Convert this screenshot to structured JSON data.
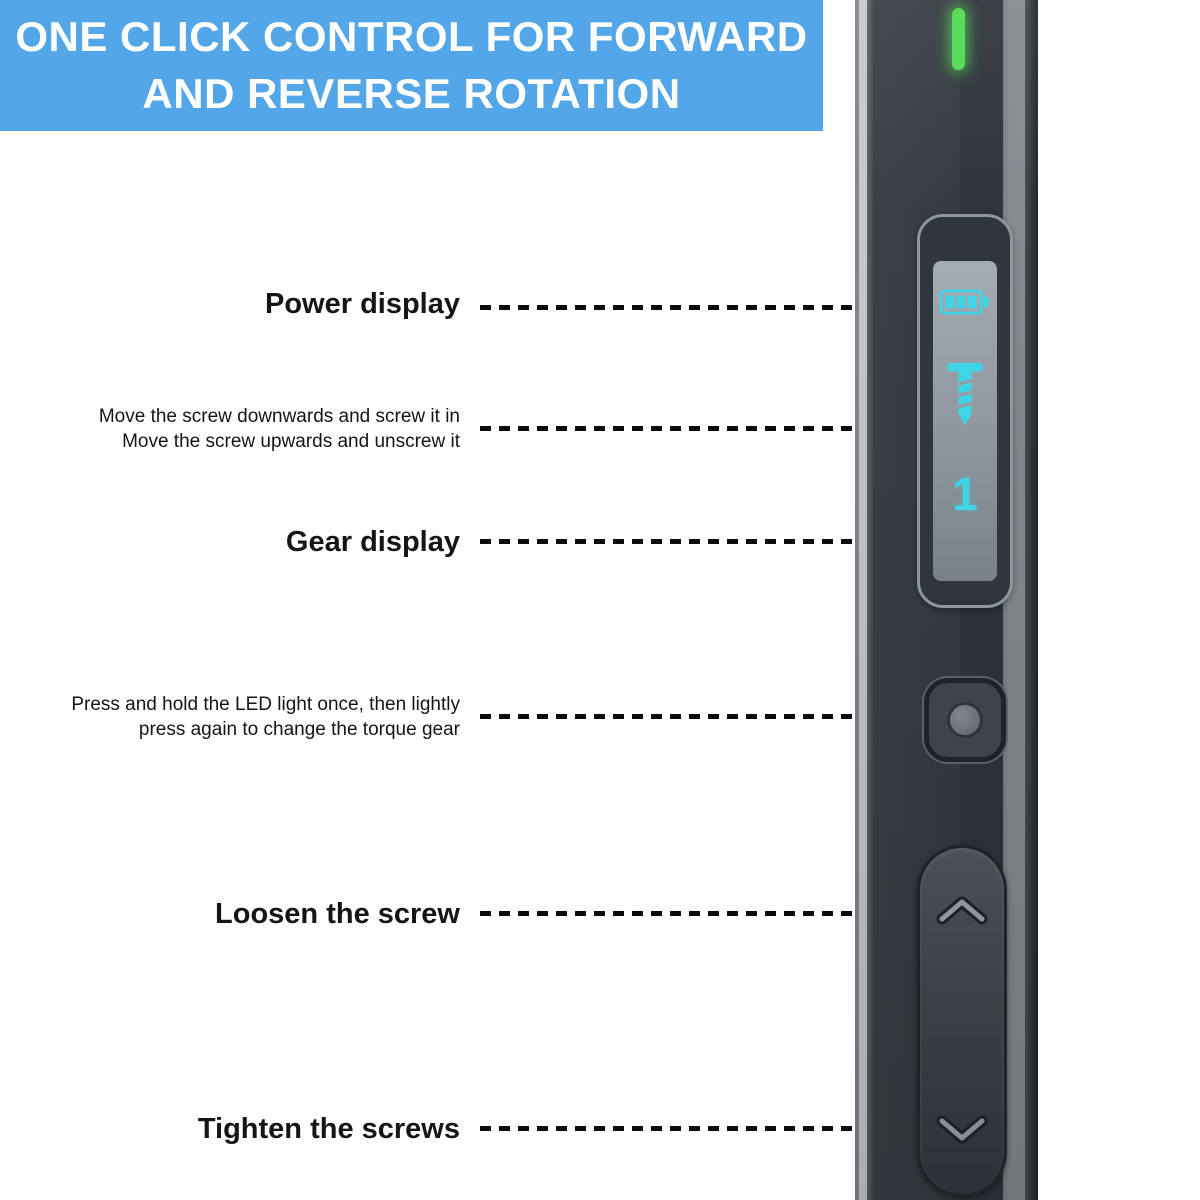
{
  "banner": {
    "line1": "ONE CLICK CONTROL FOR FORWARD",
    "line2": "AND REVERSE ROTATION"
  },
  "callouts": {
    "power": {
      "label": "Power display"
    },
    "screw": {
      "line1": "Move the screw downwards and screw it in",
      "line2": "Move the screw upwards and unscrew it"
    },
    "gear": {
      "label": "Gear display"
    },
    "led": {
      "line1": "Press and hold the LED light once, then lightly",
      "line2": "press again to change the torque gear"
    },
    "loosen": {
      "label": "Loosen the screw"
    },
    "tighten": {
      "label": "Tighten the screws"
    }
  },
  "device": {
    "gear_value": "1",
    "battery_bars": 3,
    "icons": {
      "battery": "battery-level-icon",
      "screw": "screw-direction-icon",
      "led_button": "led-torque-button",
      "chevron_up": "chevron-up-icon",
      "chevron_down": "chevron-down-icon",
      "power_led": "power-led-indicator"
    }
  },
  "colors": {
    "banner_bg": "#53A7E9",
    "banner_text": "#FFFFFF",
    "accent_cyan": "#3FD5E6",
    "led_green": "#5ADB5A",
    "body_dark": "#353B41",
    "leader_black": "#0C0C0C"
  }
}
